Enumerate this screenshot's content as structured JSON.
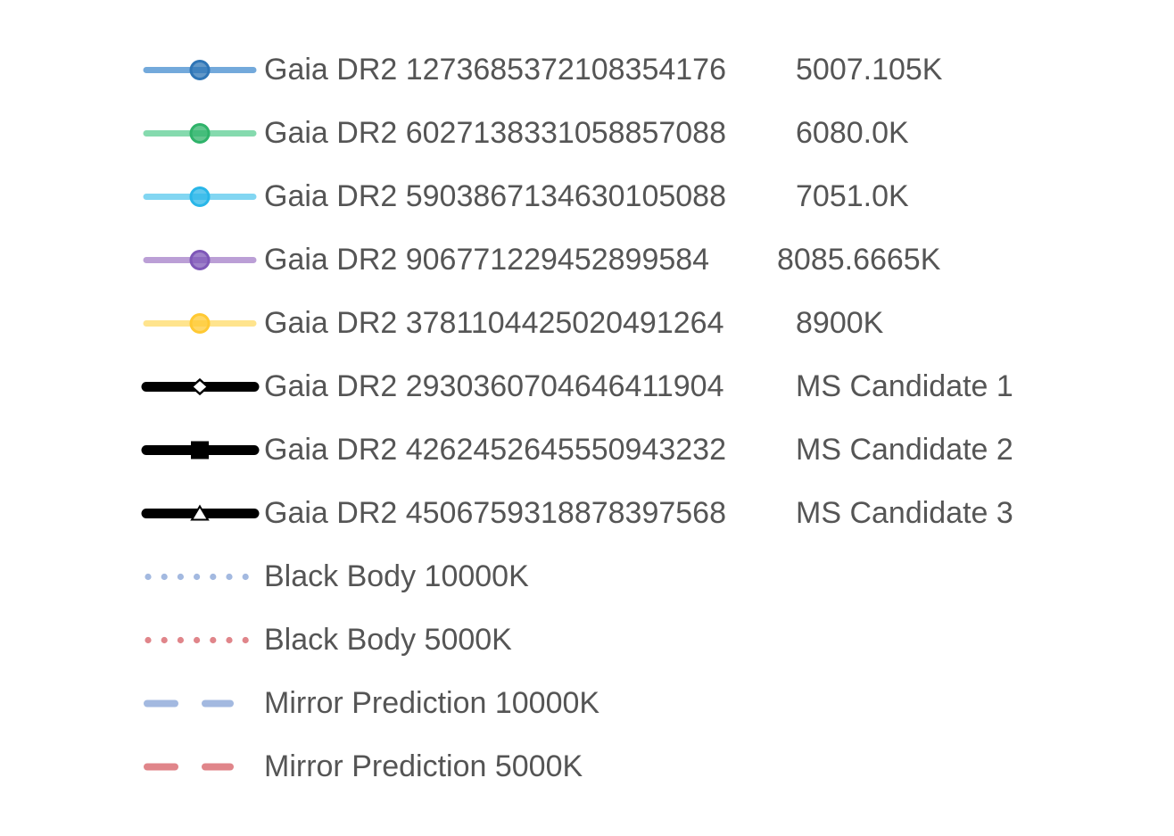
{
  "chart_data": {
    "type": "line",
    "legend": [
      {
        "name": "Gaia DR2 1273685372108354176",
        "value": "5007.105K",
        "style": "line-marker",
        "marker": "circle",
        "color": "#5B9BD5",
        "marker_color": "#2E75B6"
      },
      {
        "name": "Gaia DR2 6027138331058857088",
        "value": "6080.0K",
        "style": "line-marker",
        "marker": "circle",
        "color": "#70D4A0",
        "marker_color": "#2FB36A"
      },
      {
        "name": "Gaia DR2 5903867134630105088",
        "value": "7051.0K",
        "style": "line-marker",
        "marker": "circle",
        "color": "#6DCFF0",
        "marker_color": "#29B6E8"
      },
      {
        "name": "Gaia DR2 906771229452899584",
        "value": "8085.6665K",
        "style": "line-marker",
        "marker": "circle",
        "color": "#B08FD0",
        "marker_color": "#7E57B8"
      },
      {
        "name": "Gaia DR2 3781104425020491264",
        "value": "8900K",
        "style": "line-marker",
        "marker": "circle",
        "color": "#FFE07A",
        "marker_color": "#FFC933"
      },
      {
        "name": "Gaia DR2 2930360704646411904",
        "value": "MS Candidate 1",
        "style": "thick",
        "marker": "diamond",
        "color": "#000000"
      },
      {
        "name": "Gaia DR2 4262452645550943232",
        "value": "MS Candidate 2",
        "style": "thick",
        "marker": "square",
        "color": "#000000"
      },
      {
        "name": "Gaia DR2 4506759318878397568",
        "value": "MS Candidate 3",
        "style": "thick",
        "marker": "triangle",
        "color": "#000000"
      },
      {
        "name": "Black Body 10000K",
        "value": "",
        "style": "dotted",
        "marker": "none",
        "color": "#A3B9E0"
      },
      {
        "name": "Black Body 5000K",
        "value": "",
        "style": "dotted",
        "marker": "none",
        "color": "#E0858A"
      },
      {
        "name": "Mirror Prediction 10000K",
        "value": "",
        "style": "dashed",
        "marker": "none",
        "color": "#A3B9E0"
      },
      {
        "name": "Mirror Prediction 5000K",
        "value": "",
        "style": "dashed",
        "marker": "none",
        "color": "#E0858A"
      }
    ]
  }
}
